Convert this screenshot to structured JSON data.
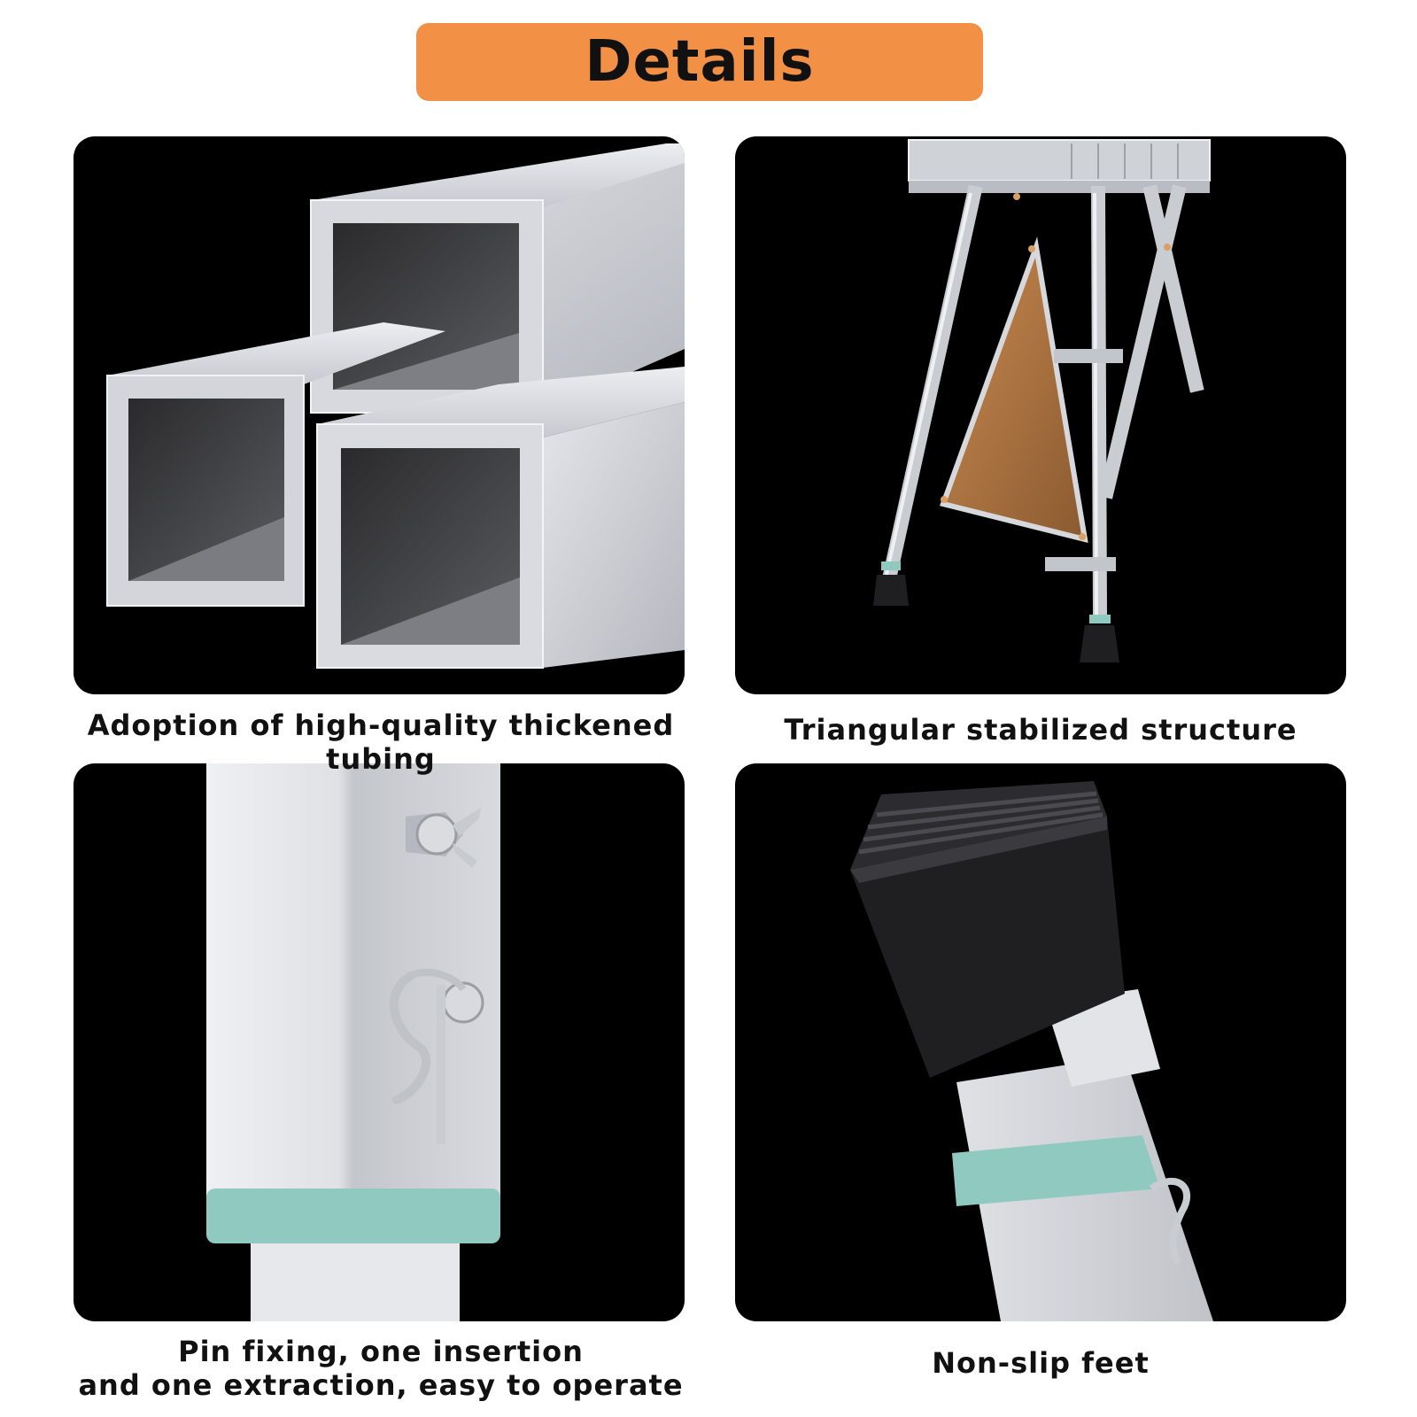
{
  "header": {
    "title": "Details"
  },
  "panels": [
    {
      "caption": "Adoption of high-quality thickened tubing"
    },
    {
      "caption": "Triangular stabilized structure"
    },
    {
      "caption_line1": "Pin fixing, one insertion",
      "caption_line2": "and one extraction, easy to operate"
    },
    {
      "caption": "Non-slip feet"
    }
  ],
  "colors": {
    "header_bg": "#f29045",
    "panel_bg": "#000000",
    "aluminum": "#d9dbe0",
    "mint_ring": "#8fc9c0",
    "triangle_brace": "#b77a44",
    "rubber_foot": "#1f1f22"
  }
}
